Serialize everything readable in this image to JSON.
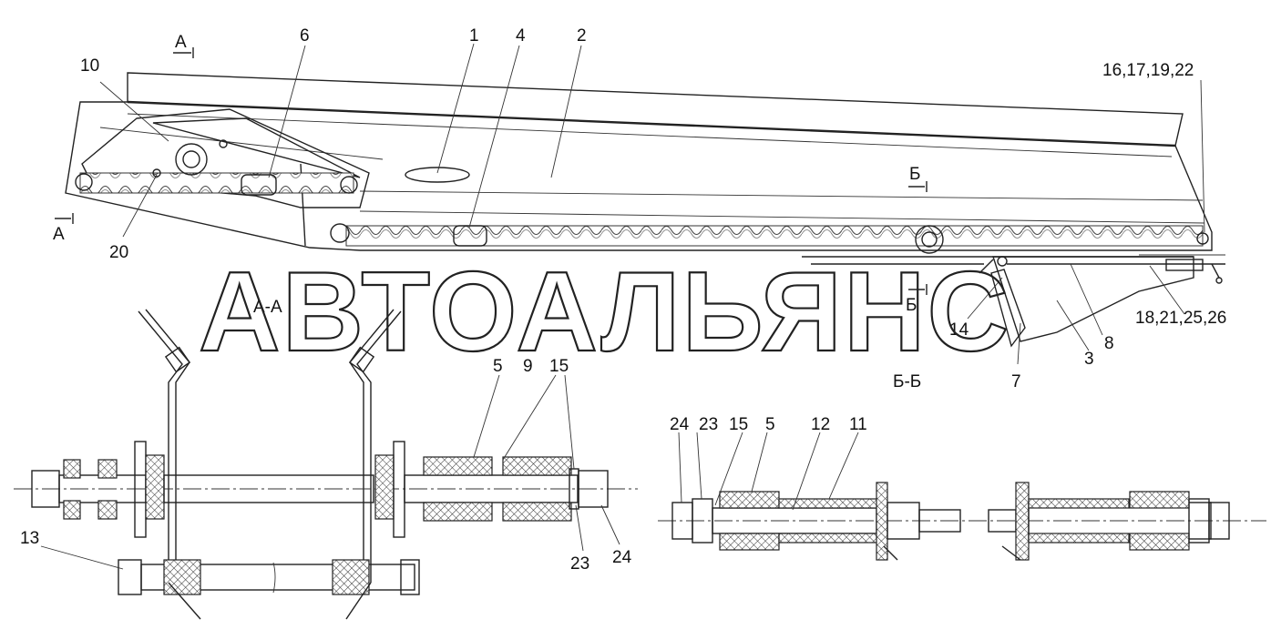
{
  "section_markers": {
    "a_top": "А",
    "a_left": "А",
    "b_top": "Б",
    "b_bottom": "Б"
  },
  "section_titles": {
    "aa": "А-А",
    "bb": "Б-Б"
  },
  "callouts_main": {
    "c1": "1",
    "c2": "2",
    "c3": "3",
    "c4": "4",
    "c6": "6",
    "c7": "7",
    "c8": "8",
    "c10": "10",
    "c14": "14",
    "c20": "20",
    "c16": "16,17,19,22",
    "c18": "18,21,25,26"
  },
  "callouts_aa": {
    "c5": "5",
    "c9": "9",
    "c15": "15",
    "c13": "13",
    "c23": "23",
    "c24": "24"
  },
  "callouts_bb": {
    "c24": "24",
    "c23": "23",
    "c15": "15",
    "c5": "5",
    "c12": "12",
    "c11": "11"
  },
  "watermark": "АВТОАЛЬЯНС"
}
